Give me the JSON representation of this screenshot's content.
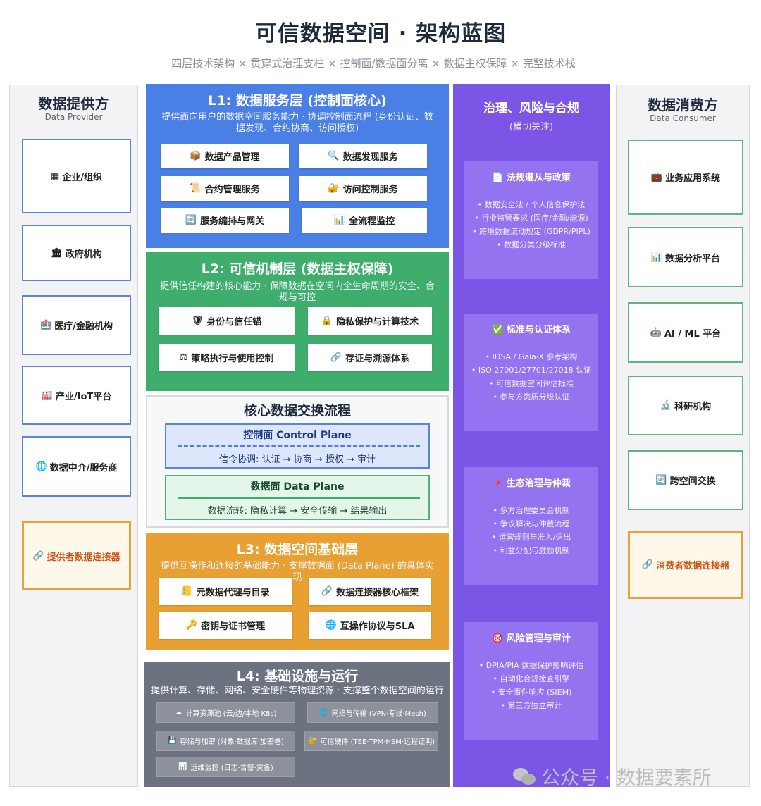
{
  "title": "可信数据空间 · 架构蓝图",
  "subtitle": "四层技术架构 × 贯穿式治理支柱 × 控制面/数据面分离 × 数据主权保障 × 完整技术栈",
  "provider": {
    "title": "数据提供方",
    "subtitle": "Data Provider",
    "items": [
      {
        "icon": "▦",
        "icon_name": "building-icon",
        "label": "企业/组织"
      },
      {
        "icon": "🏛",
        "icon_name": "government-icon",
        "label": "政府机构"
      },
      {
        "icon": "🏥",
        "icon_name": "hospital-icon",
        "label": "医疗/金融机构"
      },
      {
        "icon": "🏭",
        "icon_name": "factory-icon",
        "label": "产业/IoT平台"
      },
      {
        "icon": "🌐",
        "icon_name": "globe-icon",
        "label": "数据中介/服务商"
      }
    ],
    "connector": {
      "icon": "🔗",
      "icon_name": "link-icon",
      "label": "提供者数据连接器"
    }
  },
  "consumer": {
    "title": "数据消费方",
    "subtitle": "Data Consumer",
    "items": [
      {
        "icon": "💼",
        "icon_name": "briefcase-icon",
        "label": "业务应用系统"
      },
      {
        "icon": "📊",
        "icon_name": "bar-chart-icon",
        "label": "数据分析平台"
      },
      {
        "icon": "🤖",
        "icon_name": "robot-icon",
        "label": "AI / ML 平台"
      },
      {
        "icon": "🔬",
        "icon_name": "microscope-icon",
        "label": "科研机构"
      },
      {
        "icon": "🔄",
        "icon_name": "exchange-icon",
        "label": "跨空间交换"
      }
    ],
    "connector": {
      "icon": "🔗",
      "icon_name": "link-icon",
      "label": "消费者数据连接器"
    }
  },
  "l1": {
    "title": "L1: 数据服务层 (控制面核心)",
    "desc": "提供面向用户的数据空间服务能力 · 协调控制面流程 (身份认证、数据发现、合约协商、访问授权)",
    "tiles": [
      {
        "icon": "📦",
        "label": "数据产品管理"
      },
      {
        "icon": "🔍",
        "label": "数据发现服务"
      },
      {
        "icon": "📜",
        "label": "合约管理服务"
      },
      {
        "icon": "🔐",
        "label": "访问控制服务"
      },
      {
        "icon": "🔄",
        "label": "服务编排与网关"
      },
      {
        "icon": "📊",
        "label": "全流程监控"
      }
    ]
  },
  "l2": {
    "title": "L2: 可信机制层 (数据主权保障)",
    "desc": "提供信任构建的核心能力 · 保障数据在空间内全生命周期的安全、合规与可控",
    "tiles": [
      {
        "icon": "🛡",
        "label": "身份与信任锚"
      },
      {
        "icon": "🔒",
        "label": "隐私保护与计算技术"
      },
      {
        "icon": "⚖",
        "label": "策略执行与使用控制"
      },
      {
        "icon": "🔗",
        "label": "存证与溯源体系"
      }
    ]
  },
  "flow": {
    "title": "核心数据交换流程",
    "control_plane": {
      "title": "控制面 Control Plane",
      "text": "信令协调: 认证 → 协商 → 授权 → 审计"
    },
    "data_plane": {
      "title": "数据面 Data Plane",
      "text": "数据流转: 隐私计算 → 安全传输 → 结果输出"
    }
  },
  "l3": {
    "title": "L3: 数据空间基础层",
    "desc": "提供互操作和连接的基础能力 · 支撑数据面 (Data Plane) 的具体实现",
    "tiles": [
      {
        "icon": "📒",
        "label": "元数据代理与目录"
      },
      {
        "icon": "🔗",
        "label": "数据连接器核心框架"
      },
      {
        "icon": "🔑",
        "label": "密钥与证书管理"
      },
      {
        "icon": "🌐",
        "label": "互操作协议与SLA"
      }
    ]
  },
  "l4": {
    "title": "L4: 基础设施与运行",
    "desc": "提供计算、存储、网络、安全硬件等物理资源 · 支撑整个数据空间的运行",
    "tiles": [
      {
        "icon": "☁",
        "label": "计算资源池 (云/边/本地 K8s)"
      },
      {
        "icon": "🌐",
        "label": "网络与传输 (VPN·专线·Mesh)"
      },
      {
        "icon": "💾",
        "label": "存储与加密 (对象·数据库·加密卷)"
      },
      {
        "icon": "🔐",
        "label": "可信硬件 (TEE·TPM·HSM·远程证明)"
      },
      {
        "icon": "📊",
        "label": "运维监控 (日志·告警·灾备)"
      }
    ]
  },
  "governance": {
    "title": "治理、风险与合规",
    "subtitle": "(横切关注)",
    "cards": [
      {
        "icon": "📄",
        "icon_name": "document-icon",
        "title": "法规遵从与政策",
        "items": [
          "• 数据安全法 / 个人信息保护法",
          "• 行业监管要求 (医疗/金融/能源)",
          "• 跨境数据流动规定 (GDPR/PIPL)",
          "• 数据分类分级标准"
        ]
      },
      {
        "icon": "✅",
        "icon_name": "check-icon",
        "title": "标准与认证体系",
        "items": [
          "• IDSA / Gaia-X 参考架构",
          "• ISO 27001/27701/27018 认证",
          "• 可信数据空间评估标准",
          "• 参与方资质分级认证"
        ]
      },
      {
        "icon": "🔻",
        "icon_name": "funnel-icon",
        "title": "生态治理与仲裁",
        "items": [
          "• 多方治理委员会机制",
          "• 争议解决与仲裁流程",
          "• 运营规则与准入/退出",
          "• 利益分配与激励机制"
        ]
      },
      {
        "icon": "🎯",
        "icon_name": "target-icon",
        "title": "风险管理与审计",
        "items": [
          "• DPIA/PIA 数据保护影响评估",
          "• 自动化合规检查引擎",
          "• 安全事件响应 (SIEM)",
          "• 第三方独立审计"
        ]
      }
    ]
  },
  "watermark": "公众号 · 数据要素所"
}
